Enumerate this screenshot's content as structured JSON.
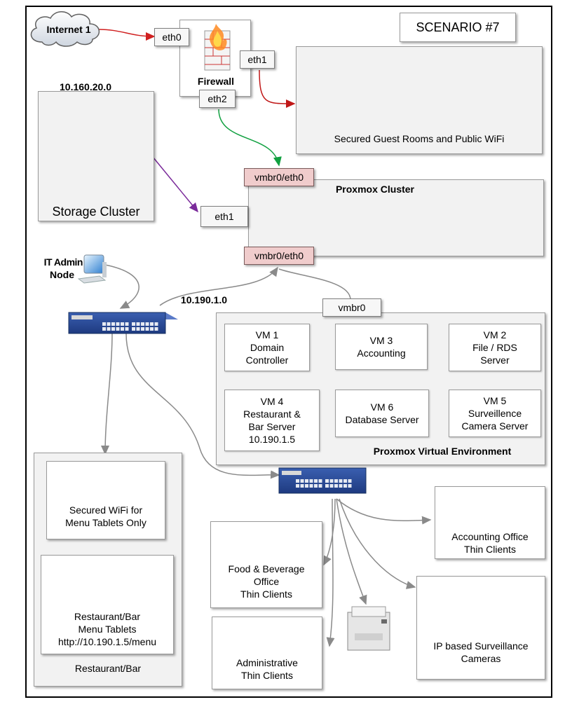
{
  "scenario": "SCENARIO #7",
  "internet": "Internet 1",
  "firewall": {
    "label": "Firewall",
    "eth0": "eth0",
    "eth1": "eth1",
    "eth2": "eth2"
  },
  "guest": {
    "label": "Secured Guest Rooms and Public WiFi"
  },
  "storage": {
    "subnet": "10.160.20.0",
    "label": "Storage Cluster"
  },
  "proxmox_cluster": {
    "label": "Proxmox Cluster",
    "port_top": "vmbr0/eth0",
    "port_bottom": "vmbr0/eth0",
    "port_left": "eth1"
  },
  "it_admin": {
    "line1": "IT Admin",
    "line2": "Node"
  },
  "lan_subnet": "10.190.1.0",
  "pve": {
    "bridge": "vmbr0",
    "label": "Proxmox Virtual Environment",
    "vm1": [
      "VM 1",
      "Domain",
      "Controller"
    ],
    "vm3": [
      "VM 3",
      "Accounting"
    ],
    "vm2": [
      "VM 2",
      "File / RDS",
      "Server"
    ],
    "vm4": [
      "VM 4",
      "Restaurant &",
      "Bar Server",
      "10.190.1.5"
    ],
    "vm6": [
      "VM 6",
      "Database Server"
    ],
    "vm5": [
      "VM 5",
      "Surveillence",
      "Camera Server"
    ]
  },
  "restaurant": {
    "wifi": [
      "Secured WiFi for",
      "Menu Tablets Only"
    ],
    "tablets": [
      "Restaurant/Bar",
      "Menu Tablets",
      "http://10.190.1.5/menu"
    ],
    "label": "Restaurant/Bar"
  },
  "accounting_clients": [
    "Accounting Office",
    "Thin Clients"
  ],
  "fnb_clients": [
    "Food & Beverage",
    "Office",
    "Thin Clients"
  ],
  "admin_clients": [
    "Administrative",
    "Thin Clients"
  ],
  "cameras": [
    "IP based Surveillance",
    "Cameras"
  ],
  "colors": {
    "internet_link": "#d02020",
    "guest_link": "#c01818",
    "cluster_link": "#10a040",
    "storage_link": "#7a2a9a",
    "lan_link": "#8a8a8a"
  }
}
